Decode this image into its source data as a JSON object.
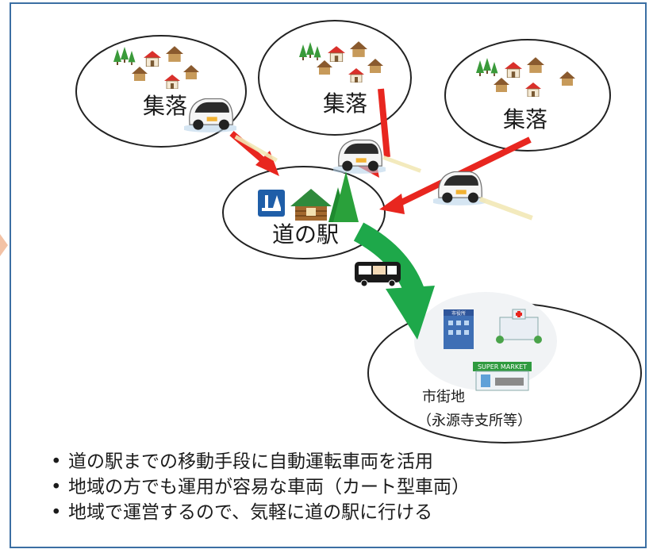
{
  "diagram": {
    "village_label": "集落",
    "station_label": "道の駅",
    "town_label_line1": "市街地",
    "town_label_line2": "（永源寺支所等）",
    "city_hall_sign": "市役所",
    "supermarket_sign": "SUPER MARKET"
  },
  "bullets": [
    "道の駅までの移動手段に自動運転車両を活用",
    "地域の方でも運用が容易な車両（カート型車両）",
    "地域で運営するので、気軽に道の駅に行ける"
  ],
  "colors": {
    "frame": "#3b6fa3",
    "red_arrow": "#e8261f",
    "green_arrow": "#1ea84a"
  }
}
